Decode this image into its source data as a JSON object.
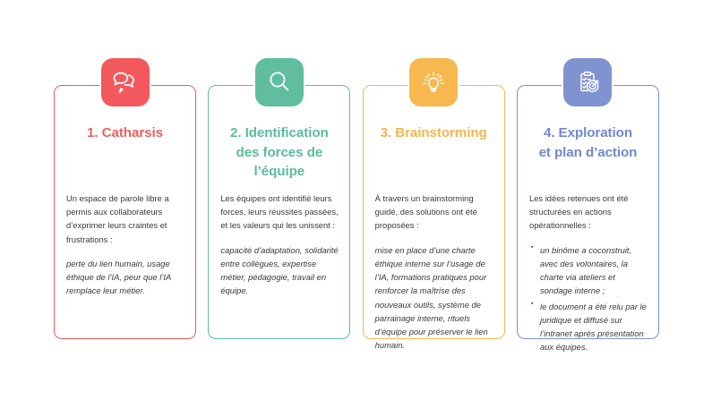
{
  "background_color": "#ffffff",
  "cards": [
    {
      "id": "catharsis",
      "accent_color": "#f2595c",
      "icon": "speech-bubbles-icon",
      "title_lines": [
        "1. Catharsis"
      ],
      "intro": "Un espace de parole libre a permis aux collaborateurs d’exprimer leurs craintes et frustrations :",
      "detail": "perte du lien humain, usage éthique de l’IA, peur que l’IA remplace leur métier.",
      "list": []
    },
    {
      "id": "identification",
      "accent_color": "#60bd9f",
      "icon": "magnifier-icon",
      "title_lines": [
        "2. Identification",
        "des forces de",
        "l’équipe"
      ],
      "intro": "Les équipes ont identifié leurs forces, leurs réussites passées, et les valeurs qui les unissent :",
      "detail": "capacité d’adaptation, solidarité entre collègues, expertise métier, pédagogie, travail en équipe.",
      "list": []
    },
    {
      "id": "brainstorming",
      "accent_color": "#f7b84f",
      "icon": "lightbulb-icon",
      "title_lines": [
        "3. Brainstorming"
      ],
      "intro": "À travers un brainstorming guidé, des solutions ont été proposées :",
      "detail": "mise en place d’une charte éthique interne sur l’usage de l’IA, formations pratiques pour renforcer la maîtrise des nouveaux outils, système de parrainage interne, rituels d’équipe pour préserver le lien humain.",
      "list": []
    },
    {
      "id": "exploration",
      "accent_color": "#8092d0",
      "icon": "clipboard-target-icon",
      "title_lines": [
        "4. Exploration",
        "et plan d’action"
      ],
      "intro": "Les idées retenues ont été structurées en actions opérationnelles :",
      "detail": "",
      "list": [
        "un binôme a coconstruit, avec des volontaires, la charte via ateliers et sondage interne ;",
        "le document a été relu par le juridique et diffusé sur l’intranet après présentation aux équipes."
      ]
    }
  ]
}
